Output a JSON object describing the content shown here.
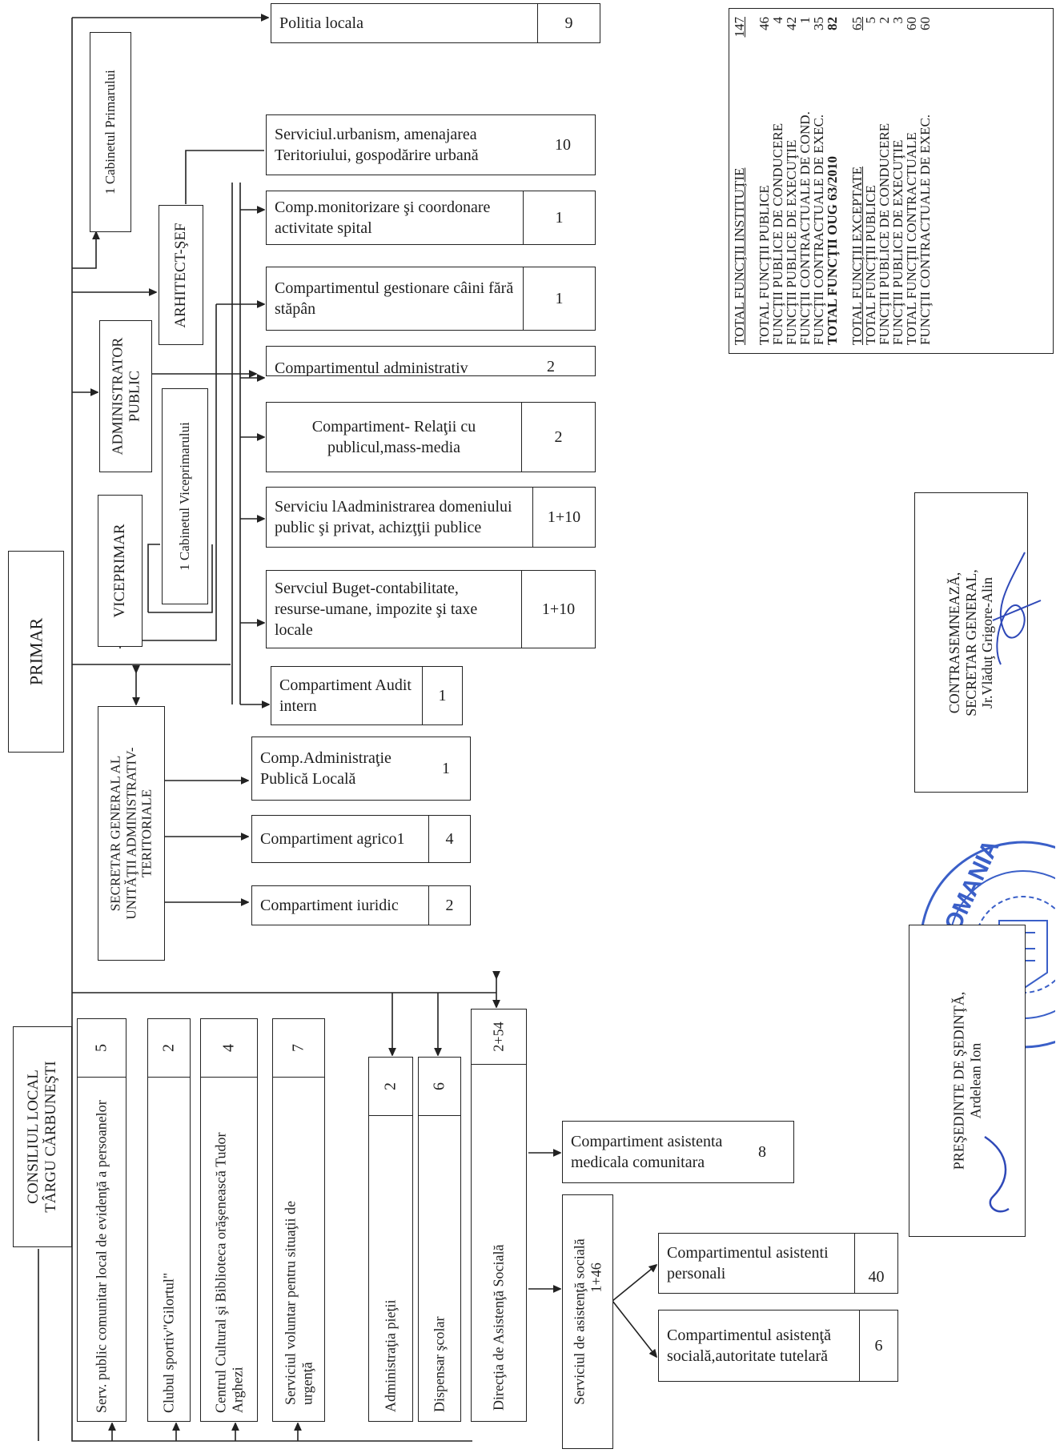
{
  "primar": "PRIMAR",
  "viceprimar": "VICEPRIMAR",
  "administrator": "ADMINISTRATOR PUBLIC",
  "arhitect": "ARHITECT-ŞEF",
  "cabinet_primar": "1  Cabinetul  Primarului",
  "cabinet_viceprimar": "1 Cabinetul  Viceprimarului",
  "secretar": [
    "SECRETAR GENERAL AL",
    "UNITĂŢII ADMINISTRATIV-",
    "TERITORIALE"
  ],
  "consiliu": [
    "CONSILIUL LOCAL",
    "TÂRGU CĂRBUNEŞTI"
  ],
  "right_units": [
    {
      "label": "Politia locala",
      "value": "9"
    },
    {
      "label": "Serviciul.urbanism, amenajarea Teritoriului,  gospodărire urbană",
      "value": "10"
    },
    {
      "label": "Comp.monitorizare şi   coordonare activitate spital",
      "value": "1"
    },
    {
      "label": "Compartimentul gestionare câini fără stăpân",
      "value": "1"
    },
    {
      "label": "Compartimentul administrativ",
      "value": "2"
    },
    {
      "label": "Compartiment- Relaţii cu publicul,mass-media",
      "value": "2"
    },
    {
      "label": "Serviciu lAadministrarea domeniului public şi privat, achizţţii publice",
      "value": "1+10"
    },
    {
      "label": "Servciul Buget-contabilitate, resurse-umane,  impozite şi taxe locale",
      "value": "1+10"
    },
    {
      "label": "Compartiment Audit intern",
      "value": "1"
    },
    {
      "label": "Comp.Administraţie Publică Locală",
      "value": "1"
    },
    {
      "label": "Compartiment agrico1",
      "value": "4"
    },
    {
      "label": "Compartiment iuridic",
      "value": "2"
    }
  ],
  "bottom_units": [
    {
      "label": "Serv. public comunitar local de evidenţă a persoanelor",
      "value": "5"
    },
    {
      "label": "Clubul sportiv\"Gilortul\"",
      "value": "2"
    },
    {
      "label": "Centrul Cultural şi Biblioteca orăşenească  Tudor Arghezi",
      "value": "4"
    },
    {
      "label": "Serviciul voluntar pentru situaţii de urgenţă",
      "value": "7"
    },
    {
      "label": "Administraţia pieţii",
      "value": "2"
    },
    {
      "label": "Dispensar şcolar",
      "value": "6"
    },
    {
      "label": "Direcţia  de Asistenţă Socială",
      "value": "2+54"
    }
  ],
  "social": {
    "medicala_label": "Compartiment asistenta medicala comunitara",
    "medicala_value": "8",
    "serviciu_label": "Serviciul de asistenţă socială",
    "serviciu_value": "1+46",
    "personali_label": "Compartimentul asistenti personali",
    "personali_value": "40",
    "tutelara_label": "Compartimentul asistenţă socială,autoritate  tutelară",
    "tutelara_value": "6"
  },
  "stats": {
    "total_institutie_label": "TOTAL FUNCŢII INSTITUŢIE",
    "total_institutie_value": "147",
    "rows_a": [
      {
        "label": "TOTAL FUNCŢII PUBLICE",
        "value": "46"
      },
      {
        "label": "FUNCŢII PUBLICE DE CONDUCERE",
        "value": "4"
      },
      {
        "label": "FUNCŢII PUBLICE DE EXECUŢIE",
        "value": "42"
      },
      {
        "label": "FUNCŢII CONTRACTUALE DE COND.",
        "value": "1"
      },
      {
        "label": "FUNCŢII CONTRACTUALE DE EXEC.",
        "value": "35"
      },
      {
        "label": "TOTAL FUNCŢII OUG 63/2010",
        "value": "82"
      }
    ],
    "exceptate_label": "TOTAL FUNCŢII EXCEPTATE",
    "exceptate_value": "65",
    "rows_b": [
      {
        "label": "TOTAL FUNCŢII PUBLICE",
        "value": "5"
      },
      {
        "label": "FUNCŢII PUBLICE DE CONDUCERE",
        "value": "2"
      },
      {
        "label": "FUNCŢII PUBLICE DE EXECUŢIE",
        "value": "3"
      },
      {
        "label": "TOTAL FUNCŢII CONTRACTUALE",
        "value": "60"
      },
      {
        "label": "FUNCŢII CONTRACTUALE DE EXEC.",
        "value": "60"
      }
    ]
  },
  "contrasemneaza": [
    "CONTRASEMNEAZĂ,",
    "SECRETAR GENERAL,",
    "Jr.Vlăduţ Grigore-Alin"
  ],
  "presedinte": [
    "PREŞEDINTE DE ŞEDINŢĂ,",
    "Ardelean Ion"
  ],
  "stamp_text": "ROMANIA",
  "colors": {
    "ink": "#1e1e1e",
    "stamp": "#3a5fc8",
    "signature": "#2f49b8"
  }
}
